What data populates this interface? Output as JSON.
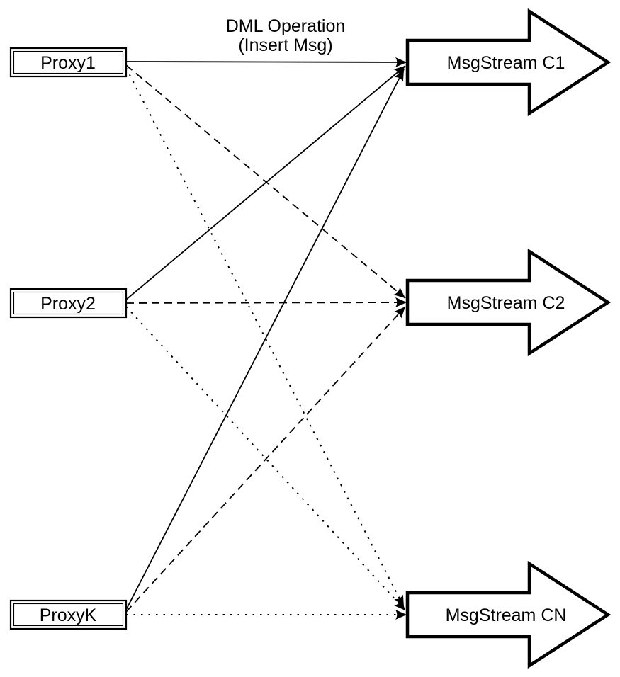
{
  "title": {
    "line1": "DML Operation",
    "line2": "(Insert Msg)"
  },
  "proxies": [
    {
      "id": "proxy1",
      "label": "Proxy1"
    },
    {
      "id": "proxy2",
      "label": "Proxy2"
    },
    {
      "id": "proxyk",
      "label": "ProxyK"
    }
  ],
  "streams": [
    {
      "id": "c1",
      "label": "MsgStream C1"
    },
    {
      "id": "c2",
      "label": "MsgStream C2"
    },
    {
      "id": "cn",
      "label": "MsgStream CN"
    }
  ],
  "edges": [
    {
      "from": "Proxy1",
      "to": "MsgStream C1",
      "style": "solid"
    },
    {
      "from": "Proxy2",
      "to": "MsgStream C1",
      "style": "solid"
    },
    {
      "from": "ProxyK",
      "to": "MsgStream C1",
      "style": "solid"
    },
    {
      "from": "Proxy1",
      "to": "MsgStream C2",
      "style": "dashed"
    },
    {
      "from": "Proxy2",
      "to": "MsgStream C2",
      "style": "dashed"
    },
    {
      "from": "ProxyK",
      "to": "MsgStream C2",
      "style": "dashed"
    },
    {
      "from": "Proxy1",
      "to": "MsgStream CN",
      "style": "dotted"
    },
    {
      "from": "Proxy2",
      "to": "MsgStream CN",
      "style": "dotted"
    },
    {
      "from": "ProxyK",
      "to": "MsgStream CN",
      "style": "dotted"
    }
  ],
  "colors": {
    "stroke": "#000000",
    "fill": "#ffffff",
    "background": "#ffffff"
  }
}
